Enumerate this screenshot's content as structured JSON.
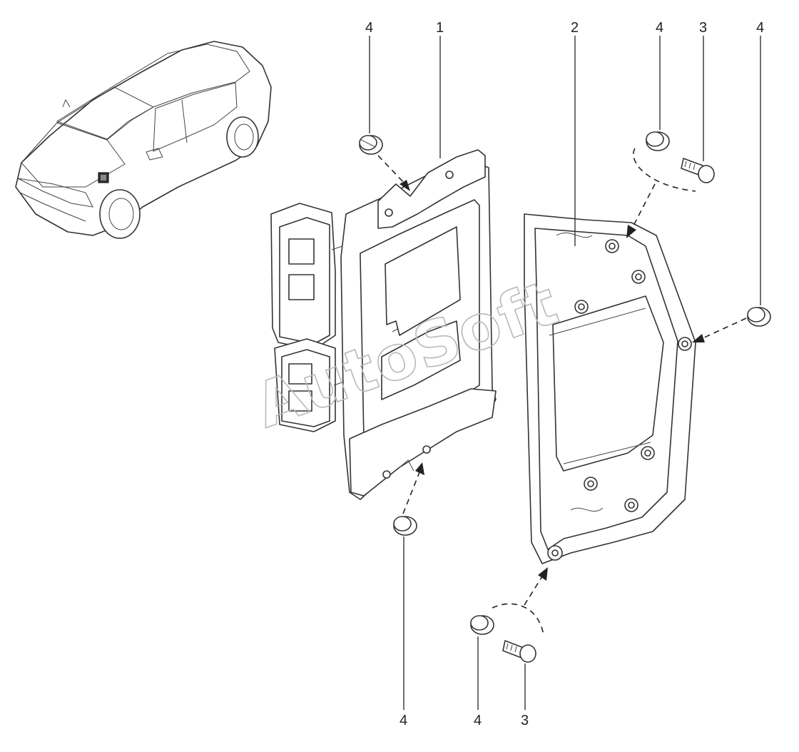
{
  "diagram": {
    "watermark": "AutoSoft",
    "callouts": {
      "c1": "4",
      "c2": "1",
      "c3": "2",
      "c4": "4",
      "c5": "3",
      "c6": "4",
      "c7": "4",
      "c8": "4",
      "c9": "3"
    }
  }
}
